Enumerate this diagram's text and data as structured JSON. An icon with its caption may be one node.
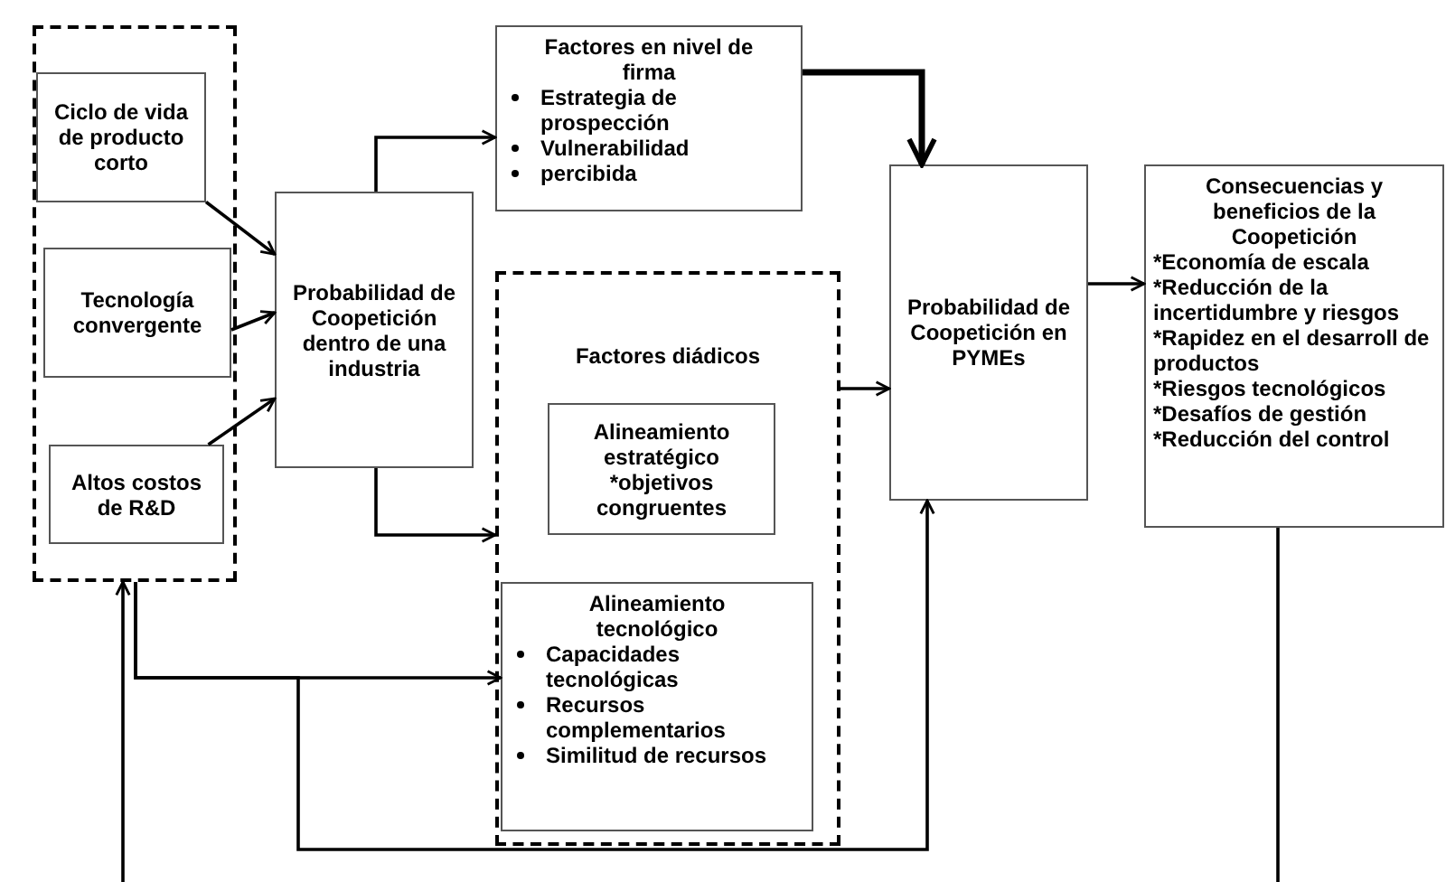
{
  "diagram": {
    "nodes": [
      {
        "text": [],
        "shape": "box"
      },
      {
        "text": [
          "Ciclo de vida de producto corto"
        ],
        "in": 0
      },
      {
        "text": [
          "Tecnología convergente"
        ],
        "in": 0
      },
      {
        "text": [
          "Altos costos de R&D"
        ],
        "in": 0
      },
      {
        "text": [
          "Probabilidad de Coopetición dentro de una industria"
        ]
      },
      {
        "text": [
          "Factores en nivel de firma",
          "Estrategia de prospección",
          "Vulnerabilidad",
          "percibida"
        ]
      },
      {
        "text": [
          "Factores diádicos"
        ]
      },
      {
        "text": [
          "Alineamiento estratégico",
          "*objetivos congruentes"
        ],
        "in": 6
      },
      {
        "text": [
          "Alineamiento tecnológico",
          "Capacidades tecnológicas",
          "Recursos complementarios",
          "Similitud de recursos"
        ],
        "in": 6
      },
      {
        "text": [
          "Probabilidad de Coopetición en PYMEs"
        ]
      },
      {
        "text": [
          "Consecuencias y beneficios de la Coopetición",
          "*Economía de escala",
          "*Reducción de la incertidumbre y riesgos",
          "*Rapidez en el desarroll de productos",
          "*Riesgos tecnológicos",
          "*Desafíos de gestión",
          "*Reducción del control"
        ]
      }
    ],
    "edges": [
      {
        "from": 1,
        "to": 4,
        "arrow": "to"
      },
      {
        "from": 2,
        "to": 4,
        "arrow": "to"
      },
      {
        "from": 3,
        "to": 4,
        "arrow": "to"
      },
      {
        "from": 4,
        "to": 5,
        "arrow": "to"
      },
      {
        "from": 4,
        "to": 6,
        "arrow": "to"
      },
      {
        "from": 5,
        "to": 9,
        "arrow": "to",
        "style": "thick"
      },
      {
        "from": 6,
        "to": 9,
        "arrow": "to"
      },
      {
        "from": 9,
        "to": 10,
        "arrow": "to"
      },
      {
        "from": 0,
        "to": 8,
        "arrow": "to"
      },
      {
        "from": 0,
        "to": 9,
        "arrow": "to"
      },
      {
        "from": null,
        "to": 0,
        "arrow": "to"
      },
      {
        "from": 10,
        "to": null,
        "arrow": "none"
      }
    ]
  }
}
